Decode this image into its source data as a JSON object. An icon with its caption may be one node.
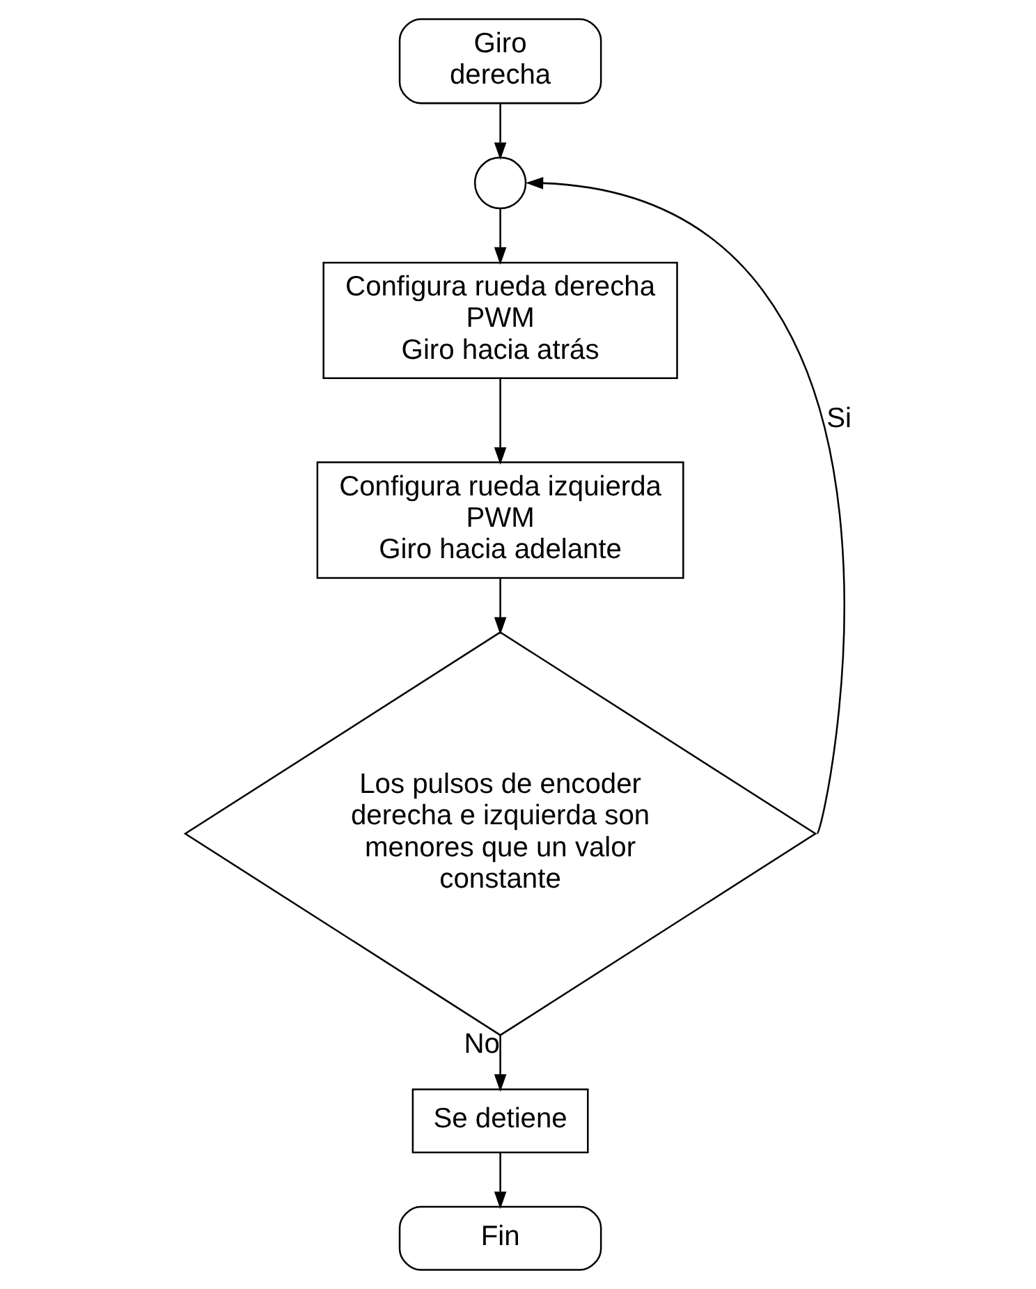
{
  "diagram": {
    "nodes": [
      {
        "text": [
          "Giro derecha"
        ]
      },
      {
        "text": [],
        "shape": "circle"
      },
      {
        "text": [
          "Configura rueda derecha",
          "PWM",
          "Giro hacia atrás"
        ]
      },
      {
        "text": [
          "Configura rueda izquierda",
          "PWM",
          "Giro hacia adelante"
        ]
      },
      {
        "text": [
          "Los pulsos de encoder derecha e izquierda son menores que un valor constante"
        ]
      },
      {
        "text": [
          "Se detiene"
        ]
      },
      {
        "text": [
          "Fin"
        ]
      }
    ],
    "edges": [
      {
        "from": 0,
        "to": 1,
        "arrow": "to"
      },
      {
        "from": 1,
        "to": 2,
        "arrow": "to"
      },
      {
        "from": 2,
        "to": 3,
        "arrow": "to"
      },
      {
        "from": 3,
        "to": 4,
        "arrow": "to"
      },
      {
        "from": 4,
        "to": 1,
        "arrow": "to",
        "label": "Si"
      },
      {
        "from": 4,
        "to": 5,
        "arrow": "to",
        "label": "No"
      },
      {
        "from": 5,
        "to": 6,
        "arrow": "to"
      }
    ]
  }
}
